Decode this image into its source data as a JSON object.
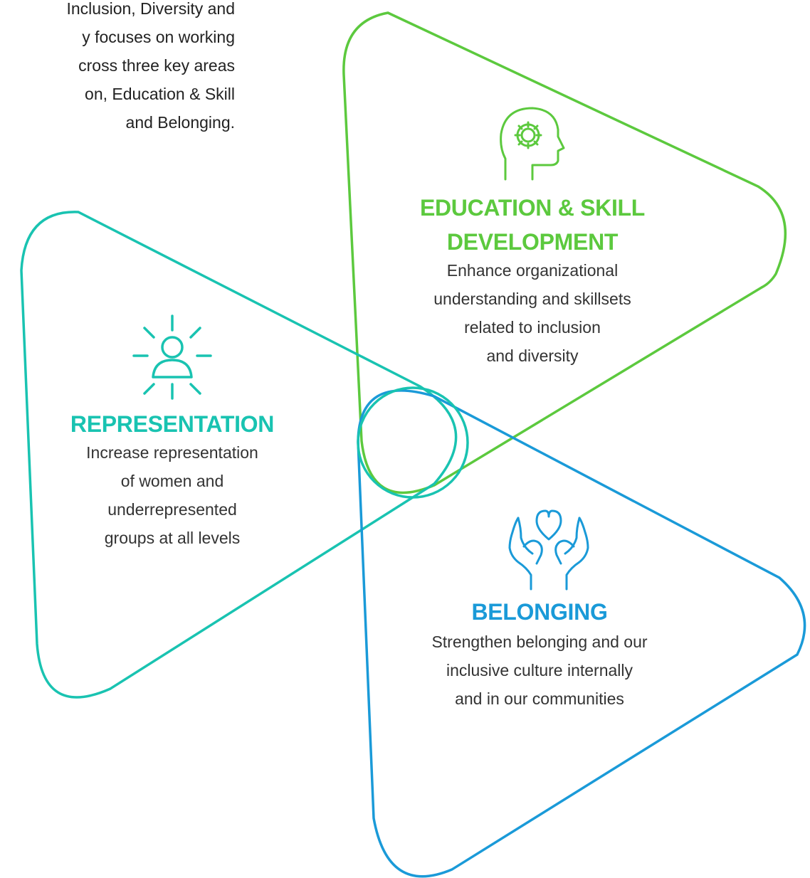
{
  "intro": {
    "lines": [
      "Inclusion, Diversity and",
      "y focuses on working",
      "cross three key areas",
      "on, Education & Skill",
      "and Belonging."
    ]
  },
  "colors": {
    "representation": "#19c3b1",
    "education": "#5cc93e",
    "belonging": "#1a9ad8",
    "text": "#333333"
  },
  "education": {
    "icon": "head-gear-icon",
    "title_lines": [
      "EDUCATION & SKILL",
      "DEVELOPMENT"
    ],
    "desc_lines": [
      "Enhance organizational",
      "understanding and skillsets",
      "related to inclusion",
      "and diversity"
    ]
  },
  "representation": {
    "icon": "person-rays-icon",
    "title_lines": [
      "REPRESENTATION"
    ],
    "desc_lines": [
      "Increase representation",
      "of women and",
      "underrepresented",
      "groups at all levels"
    ]
  },
  "belonging": {
    "icon": "hands-heart-icon",
    "title_lines": [
      "BELONGING"
    ],
    "desc_lines": [
      "Strengthen belonging and our",
      "inclusive culture internally",
      "and in our communities"
    ]
  }
}
